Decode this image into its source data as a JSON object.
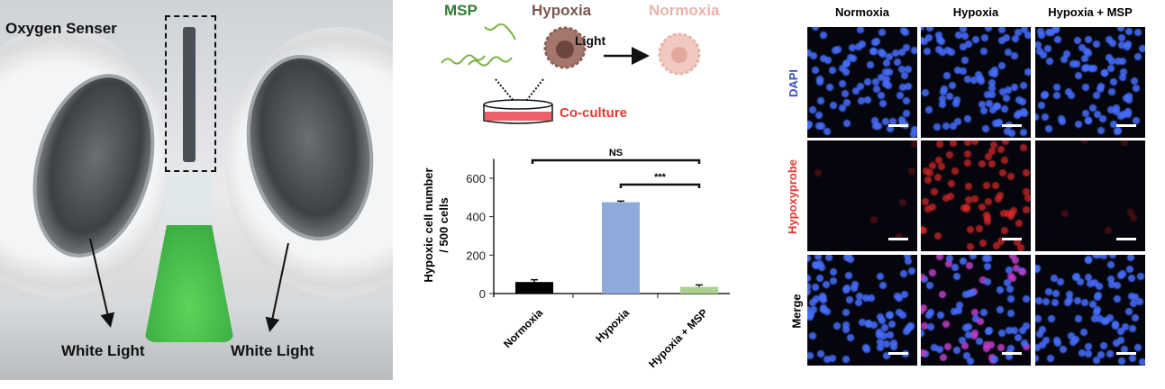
{
  "panel_a": {
    "title": "Oxygen Senser",
    "left_label": "White Light",
    "right_label": "White Light"
  },
  "panel_b": {
    "msp": "MSP",
    "hypoxia": "Hypoxia",
    "normoxia": "Normoxia",
    "light": "Light",
    "coculture": "Co-culture",
    "colors": {
      "msp": "#2e7d32",
      "hypoxia": "#7a5750",
      "normoxia": "#e8b4ac",
      "coculture": "#e53935"
    }
  },
  "chart_data": {
    "type": "bar",
    "categories": [
      "Normoxia",
      "Hypoxia",
      "Hypoxia + MSP"
    ],
    "values": [
      60,
      475,
      35
    ],
    "errors": [
      12,
      6,
      10
    ],
    "colors": [
      "#000000",
      "#8eaadb",
      "#a9d18e"
    ],
    "ylabel_line1": "Hypoxic cell number",
    "ylabel_line2": "/ 500 cells",
    "yticks": [
      "0",
      "200",
      "400",
      "600"
    ],
    "ylim": [
      0,
      700
    ],
    "significance": [
      {
        "from": 0,
        "to": 2,
        "label": "NS"
      },
      {
        "from": 1,
        "to": 2,
        "label": "***"
      }
    ]
  },
  "panel_c": {
    "columns": [
      "Normoxia",
      "Hypoxia",
      "Hypoxia + MSP"
    ],
    "rows": [
      {
        "label": "DAPI",
        "color": "#3b4cc0"
      },
      {
        "label": "Hypoxyprobe",
        "color": "#e53935"
      },
      {
        "label": "Merge",
        "color": "#000000"
      }
    ]
  }
}
